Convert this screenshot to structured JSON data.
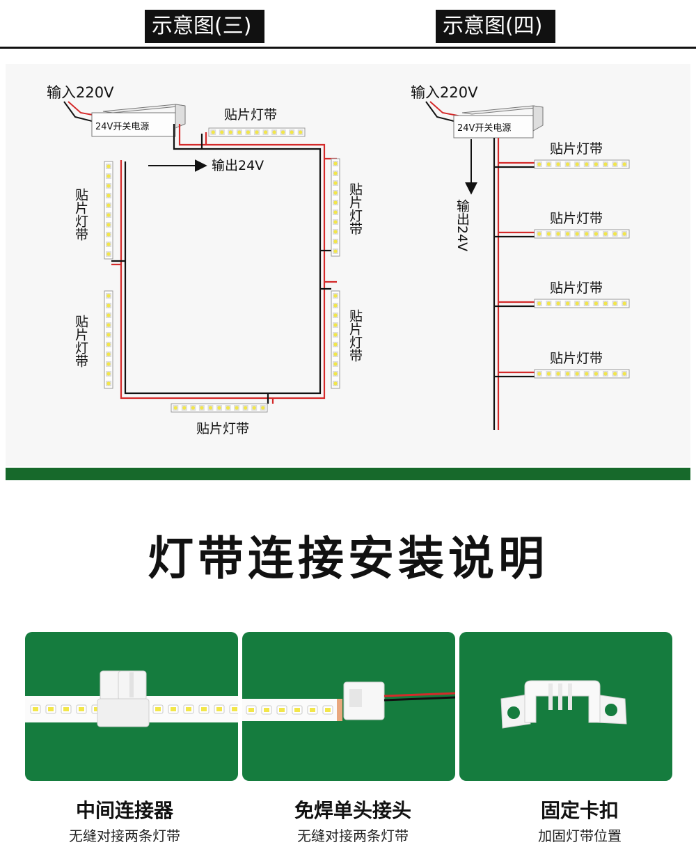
{
  "headers": {
    "left": "示意图(三)",
    "right": "示意图(四)"
  },
  "diagram3": {
    "input": "输入220V",
    "psu": "24V开关电源",
    "output": "输出24V",
    "strip_top": "贴片灯带",
    "strip_left_top": "贴片灯带",
    "strip_left_bottom": "贴片灯带",
    "strip_right_top": "贴片灯带",
    "strip_right_bottom": "贴片灯带",
    "strip_bottom": "贴片灯带"
  },
  "diagram4": {
    "input": "输入220V",
    "psu": "24V开关电源",
    "output": "输出24V",
    "strips": [
      "贴片灯带",
      "贴片灯带",
      "贴片灯带",
      "贴片灯带"
    ]
  },
  "section_title": "灯带连接安装说明",
  "products": [
    {
      "title": "中间连接器",
      "desc": "无缝对接两条灯带"
    },
    {
      "title": "免焊单头接头",
      "desc": "无缝对接两条灯带"
    },
    {
      "title": "固定卡扣",
      "desc": "加固灯带位置"
    }
  ],
  "colors": {
    "wire_red": "#d42a2a",
    "wire_black": "#111111",
    "green": "#157c3e",
    "led": "#f2e64a"
  }
}
